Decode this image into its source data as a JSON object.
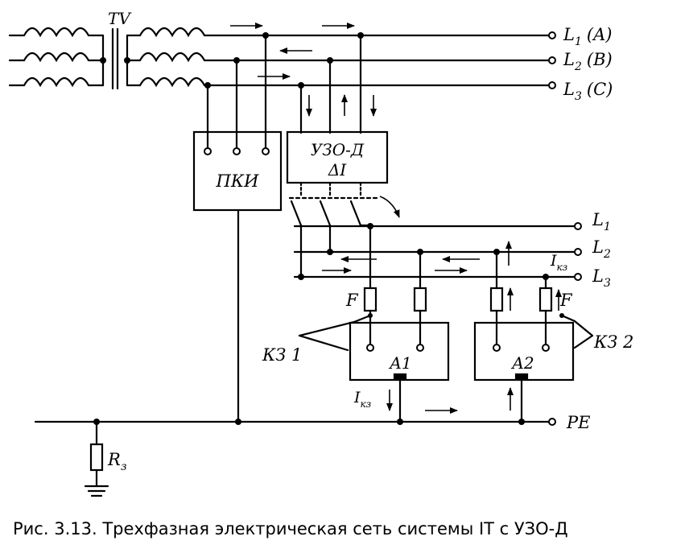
{
  "transformer": {
    "label": "TV"
  },
  "lines": {
    "top": [
      {
        "label": "L",
        "sub": "1",
        "phase": "(A)"
      },
      {
        "label": "L",
        "sub": "2",
        "phase": "(B)"
      },
      {
        "label": "L",
        "sub": "3",
        "phase": "(C)"
      }
    ],
    "lower": [
      {
        "label": "L",
        "sub": "1"
      },
      {
        "label": "L",
        "sub": "2"
      },
      {
        "label": "L",
        "sub": "3"
      }
    ]
  },
  "pki": {
    "label": "ПКИ"
  },
  "uzo": {
    "line1": "УЗО-Д",
    "line2": "ΔI"
  },
  "fuse_label": "F",
  "kz": {
    "kz1": "КЗ 1",
    "kz2": "КЗ 2",
    "ikz": "I",
    "ikz_sub": "кз"
  },
  "devices": {
    "a1": "A1",
    "a2": "A2"
  },
  "pe": {
    "label": "PE"
  },
  "ground_resistor": {
    "label": "R",
    "sub": "з"
  },
  "caption": "Рис. 3.13. Трехфазная электрическая сеть системы IT с УЗО-Д",
  "colors": {
    "line": "#000000",
    "background": "#ffffff"
  }
}
